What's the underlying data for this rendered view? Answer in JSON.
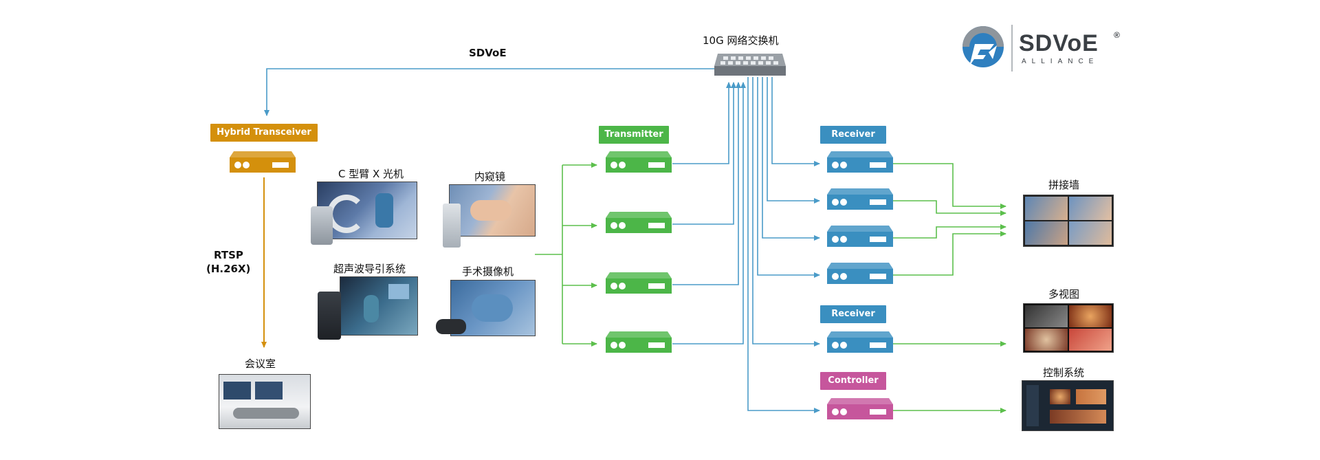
{
  "switch_label": "10G 网络交换机",
  "sdvoe_link_label": "SDVoE",
  "hybrid_label": "Hybrid Transceiver",
  "rtsp_label_line1": "RTSP",
  "rtsp_label_line2": "(H.26X)",
  "conference_label": "会议室",
  "transmitter_label": "Transmitter",
  "receiver_label": "Receiver",
  "receiver_label_2": "Receiver",
  "controller_label": "Controller",
  "sources": {
    "carm": "C 型臂 X 光机",
    "endoscope": "内窥镜",
    "ultrasound": "超声波导引系统",
    "surgical_camera": "手术摄像机"
  },
  "outputs": {
    "video_wall": "拼接墙",
    "multiview": "多视图",
    "control_system": "控制系统"
  },
  "logo": {
    "main": "SDVoE",
    "sub": "ALLIANCE",
    "reg": "®"
  },
  "colors": {
    "orange": "#d4900c",
    "green": "#4cb648",
    "blue": "#3a8fc0",
    "magenta": "#c6569c",
    "switch": "#8a8f96",
    "link_blue": "#4a9bc8",
    "link_green": "#5cbf4c"
  }
}
